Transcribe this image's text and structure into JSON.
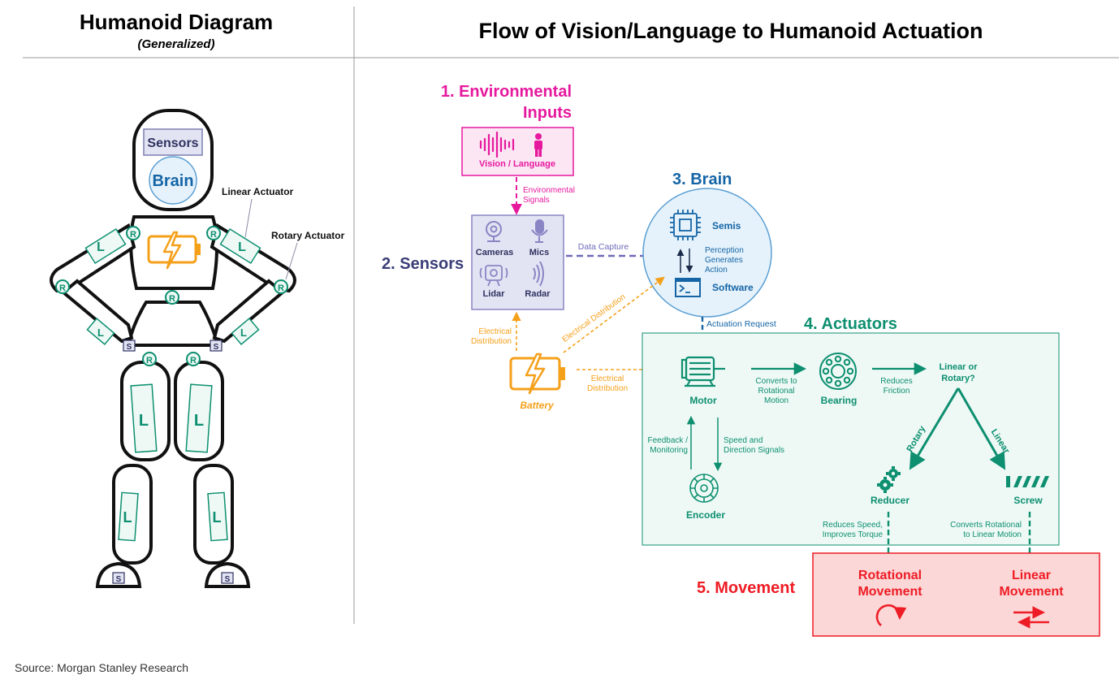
{
  "left_panel": {
    "title": "Humanoid Diagram",
    "subtitle": "(Generalized)",
    "head_sensors": "Sensors",
    "head_brain": "Brain",
    "callout_linear": "Linear Actuator",
    "callout_rotary": "Rotary Actuator",
    "rotary_letter": "R",
    "linear_letter": "L",
    "sensor_letter": "S"
  },
  "right_panel": {
    "title": "Flow of Vision/Language to Humanoid Actuation",
    "env": {
      "heading_line1": "1. Environmental",
      "heading_line2": "Inputs",
      "box_label": "Vision / Language",
      "signal_line1": "Environmental",
      "signal_line2": "Signals"
    },
    "sensors": {
      "heading": "2. Sensors",
      "items": [
        "Cameras",
        "Mics",
        "Lidar",
        "Radar"
      ],
      "data_capture": "Data Capture"
    },
    "brain": {
      "heading": "3. Brain",
      "semis": "Semis",
      "perception_line1": "Perception",
      "perception_line2": "Generates",
      "perception_line3": "Action",
      "software": "Software",
      "actuation_request": "Actuation Request"
    },
    "battery": {
      "label": "Battery",
      "dist_left_line1": "Electrical",
      "dist_left_line2": "Distribution",
      "dist_diag": "Electrical Distribution",
      "dist_right_line1": "Electrical",
      "dist_right_line2": "Distribution"
    },
    "actuators": {
      "heading": "4. Actuators",
      "motor": "Motor",
      "converts_line1": "Converts to",
      "converts_line2": "Rotational",
      "converts_line3": "Motion",
      "bearing": "Bearing",
      "reduces_line1": "Reduces",
      "reduces_line2": "Friction",
      "choice_line1": "Linear or",
      "choice_line2": "Rotary?",
      "rotary_branch": "Rotary",
      "linear_branch": "Linear",
      "feedback_line1": "Feedback /",
      "feedback_line2": "Monitoring",
      "speed_line1": "Speed and",
      "speed_line2": "Direction Signals",
      "encoder": "Encoder",
      "reducer": "Reducer",
      "screw": "Screw",
      "reducer_note_line1": "Reduces Speed,",
      "reducer_note_line2": "Improves Torque",
      "screw_note_line1": "Converts Rotational",
      "screw_note_line2": "to Linear Motion"
    },
    "movement": {
      "heading": "5. Movement",
      "rot_line1": "Rotational",
      "rot_line2": "Movement",
      "lin_line1": "Linear",
      "lin_line2": "Movement"
    }
  },
  "source": "Source: Morgan Stanley Research",
  "colors": {
    "magenta": "#e6199e",
    "navy": "#3a3e78",
    "brain_blue": "#1565a6",
    "teal": "#0d8f70",
    "orange": "#f5a01a",
    "red": "#ee1c25",
    "purple": "#8a85c4"
  }
}
